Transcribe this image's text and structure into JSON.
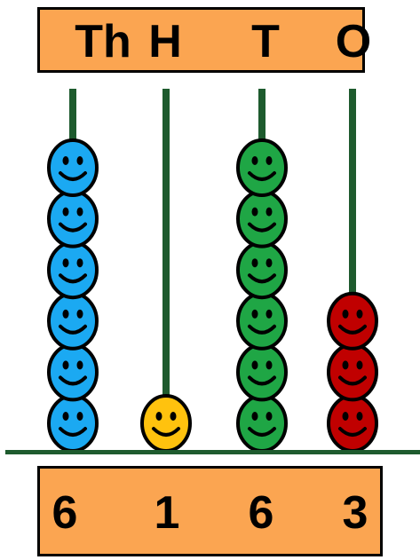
{
  "header": {
    "places": [
      "Th",
      "H",
      "T",
      "O"
    ]
  },
  "values": {
    "digits": [
      "6",
      "1",
      "6",
      "3"
    ]
  },
  "abacus": {
    "columns": [
      {
        "place": "Th",
        "count": 6,
        "color": "#1BA9F2"
      },
      {
        "place": "H",
        "count": 1,
        "color": "#FFC20E"
      },
      {
        "place": "T",
        "count": 6,
        "color": "#1FA645"
      },
      {
        "place": "O",
        "count": 3,
        "color": "#C00000"
      }
    ],
    "rod_color": "#1E5B2E",
    "bead_face": "smiley-face-icon"
  },
  "colors": {
    "box_fill": "#FBA551",
    "outline": "#000000"
  }
}
